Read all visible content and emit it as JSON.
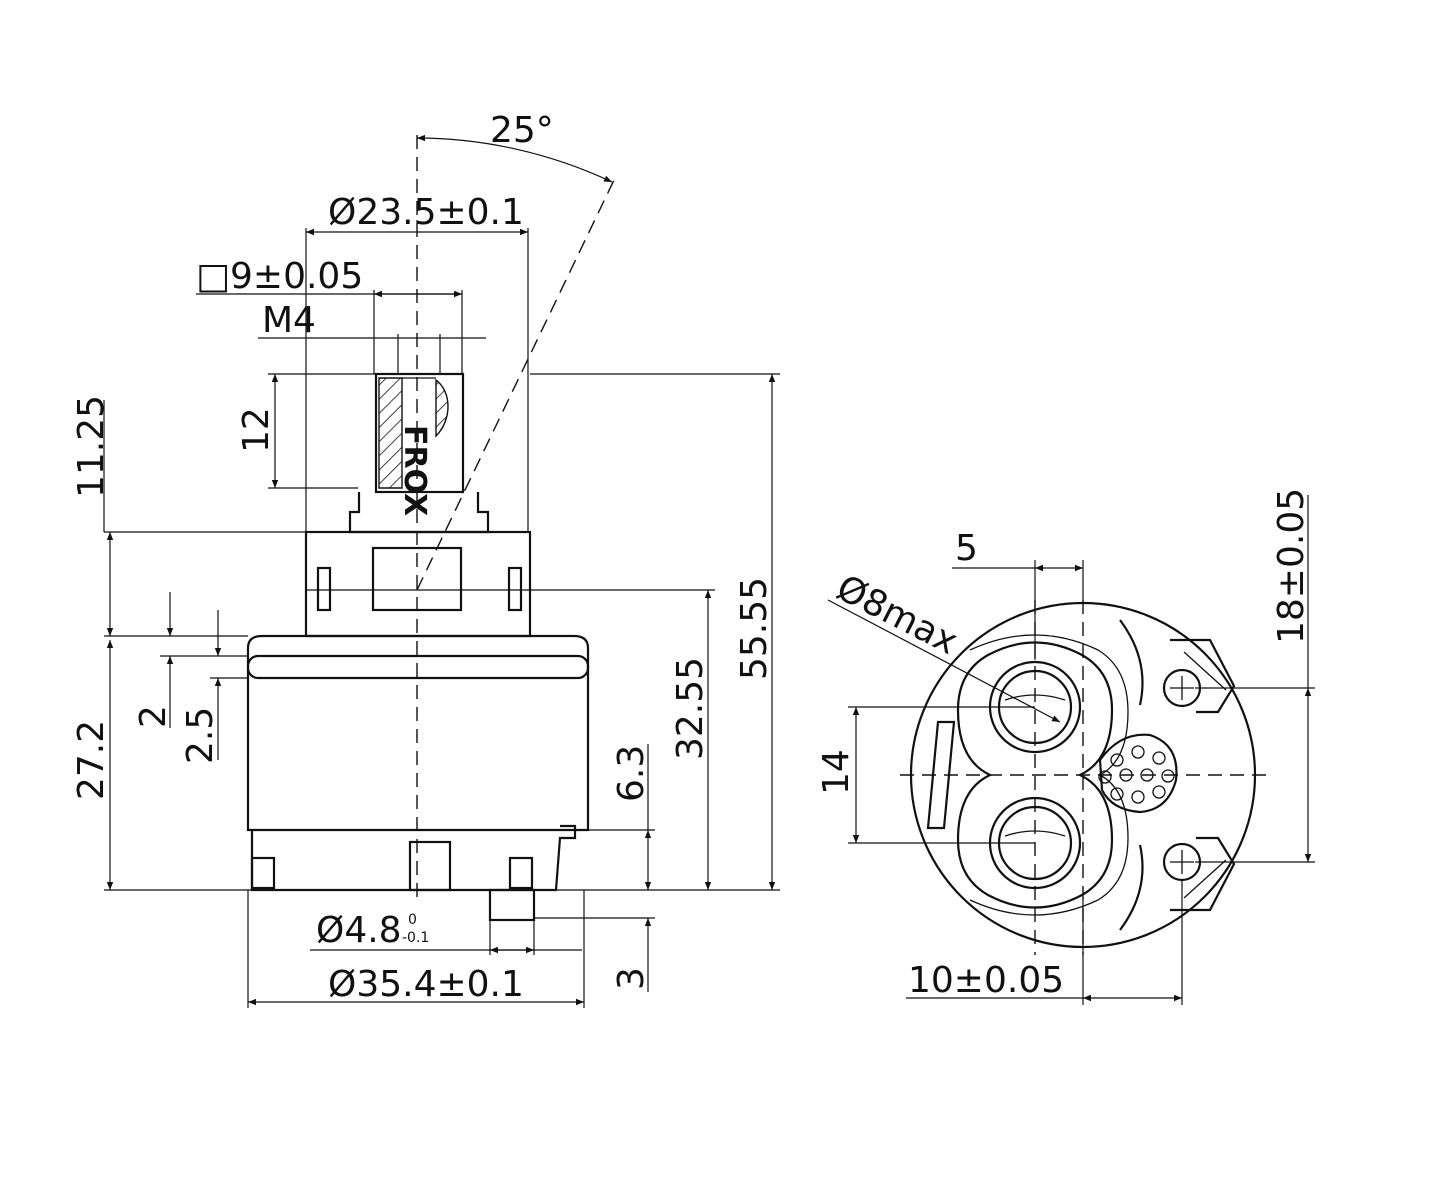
{
  "dimensions": {
    "angle": "25°",
    "d_outer_top": "Ø23.5±0.1",
    "square": "□9±0.05",
    "thread": "M4",
    "h_12": "12",
    "h_11_25": "11.25",
    "h_55_55": "55.55",
    "h_27_2": "27.2",
    "h_2": "2",
    "h_2_5": "2.5",
    "h_32_55": "32.55",
    "h_6_3": "6.3",
    "d_pin": "Ø4.8",
    "d_pin_tol_upper": "0",
    "d_pin_tol_lower": "-0.1",
    "d_body": "Ø35.4±0.1",
    "h_3": "3",
    "port_offset": "5",
    "port_diameter": "Ø8max",
    "port_spacing": "14",
    "hole_spacing": "18±0.05",
    "hole_offset": "10±0.05"
  },
  "stem_lettering": "FROX",
  "arrow_markers": [
    "arrow-head"
  ]
}
